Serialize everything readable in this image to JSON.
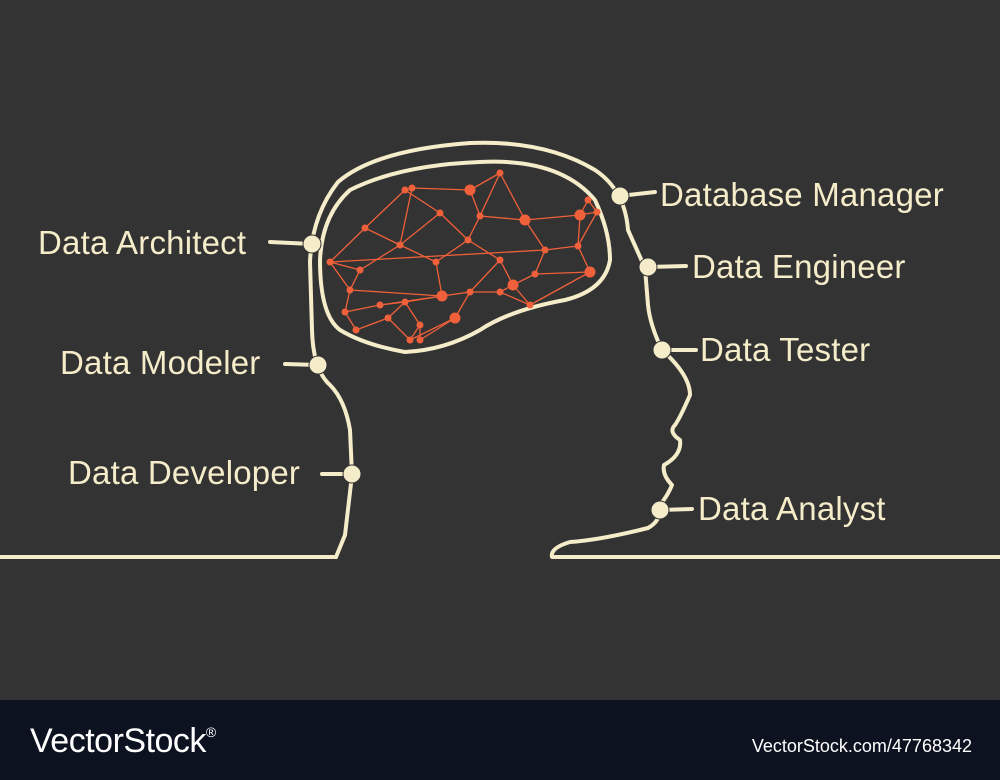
{
  "colors": {
    "background": "#333333",
    "outline": "#f5ecca",
    "network": "#f0603a",
    "footer_bg": "#0d1221",
    "footer_text": "#ffffff"
  },
  "roles": {
    "left": [
      "Data Architect",
      "Data Modeler",
      "Data Developer"
    ],
    "right": [
      "Database Manager",
      "Data Engineer",
      "Data Tester",
      "Data Analyst"
    ]
  },
  "footer": {
    "brand": "VectorStock",
    "registered_mark": "®",
    "image_ref": "VectorStock.com/47768342"
  }
}
